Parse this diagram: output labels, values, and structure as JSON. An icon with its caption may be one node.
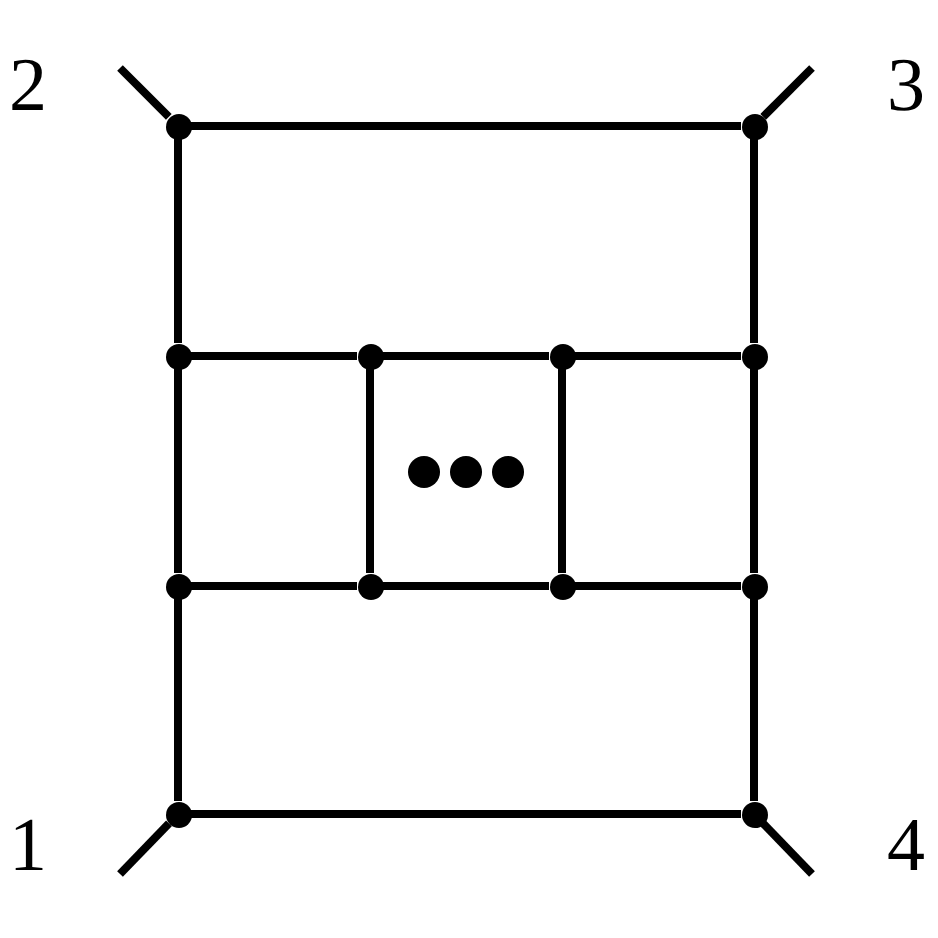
{
  "diagram": {
    "nodes": [
      {
        "text": [],
        "shape": "circle"
      },
      {
        "text": [],
        "shape": "circle"
      },
      {
        "text": [],
        "shape": "circle"
      },
      {
        "text": [],
        "shape": "circle"
      },
      {
        "text": [],
        "shape": "circle"
      },
      {
        "text": [],
        "shape": "circle"
      },
      {
        "text": [],
        "shape": "circle"
      },
      {
        "text": [],
        "shape": "circle"
      },
      {
        "text": [],
        "shape": "circle"
      },
      {
        "text": [],
        "shape": "circle"
      },
      {
        "text": [],
        "shape": "circle"
      },
      {
        "text": [],
        "shape": "circle"
      }
    ],
    "edges": [
      {
        "from": null,
        "to": 0,
        "arrow": "none"
      },
      {
        "from": null,
        "to": 1,
        "arrow": "none"
      },
      {
        "from": 0,
        "to": 1,
        "arrow": "none"
      },
      {
        "from": 0,
        "to": 2,
        "arrow": "none"
      },
      {
        "from": 1,
        "to": 5,
        "arrow": "none"
      },
      {
        "from": 2,
        "to": 3,
        "arrow": "none"
      },
      {
        "from": 3,
        "to": 4,
        "arrow": "none"
      },
      {
        "from": 4,
        "to": 5,
        "arrow": "none"
      },
      {
        "from": 3,
        "to": 7,
        "arrow": "none"
      },
      {
        "from": 4,
        "to": 8,
        "arrow": "none"
      },
      {
        "from": 2,
        "to": 6,
        "arrow": "none"
      },
      {
        "from": 5,
        "to": 9,
        "arrow": "none"
      },
      {
        "from": 6,
        "to": 7,
        "arrow": "none"
      },
      {
        "from": 7,
        "to": 8,
        "arrow": "none"
      },
      {
        "from": 8,
        "to": 9,
        "arrow": "none"
      },
      {
        "from": 6,
        "to": 10,
        "arrow": "none"
      },
      {
        "from": 9,
        "to": 11,
        "arrow": "none"
      },
      {
        "from": 10,
        "to": 11,
        "arrow": "none"
      },
      {
        "from": null,
        "to": 10,
        "arrow": "none"
      },
      {
        "from": null,
        "to": 11,
        "arrow": "none"
      }
    ],
    "labels": [
      "2",
      "3",
      "1",
      "4"
    ]
  }
}
